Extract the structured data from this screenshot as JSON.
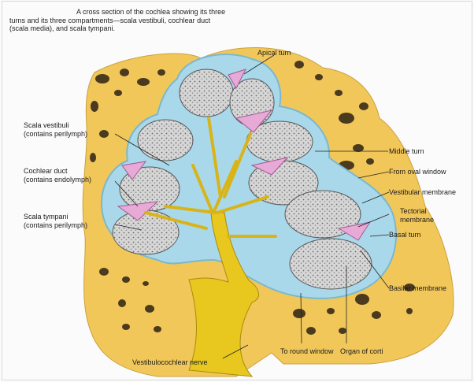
{
  "caption": {
    "line1": "A cross section of the cochlea showing its three",
    "line2": "turns and its three compartments—scala vestibuli, cochlear duct",
    "line3": "(scala media), and scala tympani."
  },
  "labels": {
    "apical_turn": "Apical turn",
    "scala_vestibuli": [
      "Scala vestibuli",
      "(contains perilymph)"
    ],
    "cochlear_duct": [
      "Cochlear duct",
      "(contains endolymph)"
    ],
    "scala_tympani": [
      "Scala tympani",
      "(contains perilymph)"
    ],
    "middle_turn": "Middle turn",
    "from_oval_window": "From oval window",
    "vestibular_membrane": "Vestibular membrane",
    "tectorial_membrane": [
      "Tectorial",
      "membrane"
    ],
    "basal_turn": "Basal turn",
    "basilar_membrane": "Basilar membrane",
    "to_round_window": "To round window",
    "organ_of_corti": "Organ of corti",
    "vestibulocochlear_nerve": "Vestibulocochlear nerve"
  },
  "colors": {
    "bone": "#f2c75a",
    "fluid": "#a9d8ea",
    "duct": "#e7a9d5",
    "chamber": "#cfcfcf",
    "nerve": "#e8c81e",
    "pores": "#4a3a1e"
  }
}
